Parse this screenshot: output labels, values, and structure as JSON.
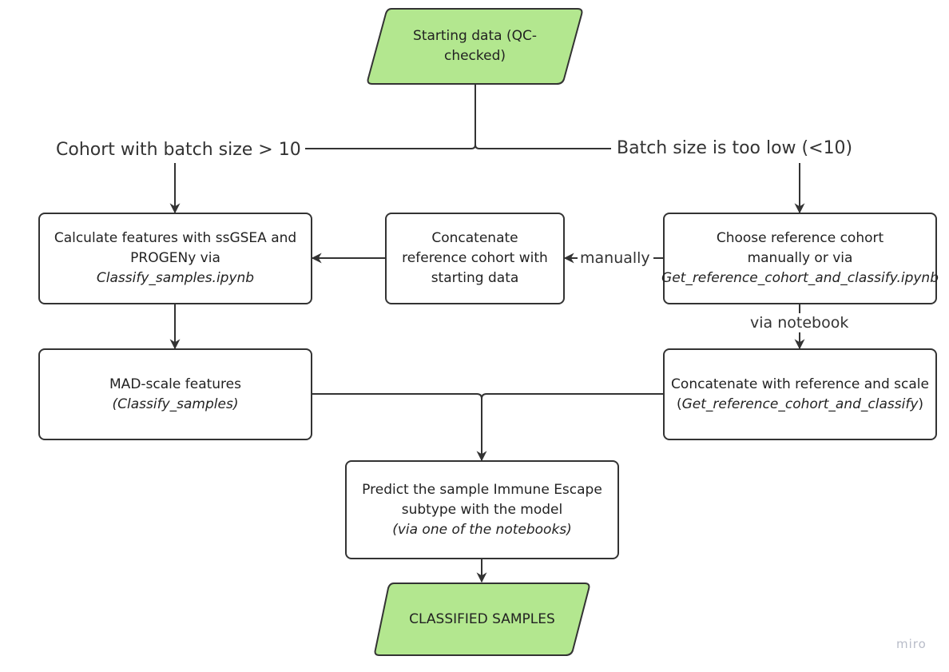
{
  "start": {
    "line1": "Starting data (QC-",
    "line2": "checked)"
  },
  "branch_left": "Cohort with batch size > 10",
  "branch_right": "Batch size is too low (<10)",
  "calc": {
    "line1": "Calculate features with ssGSEA and",
    "line2": "PROGENy via",
    "line3": "Classify_samples.ipynb"
  },
  "concat_ref": {
    "line1": "Concatenate",
    "line2": "reference cohort with",
    "line3": "starting data"
  },
  "choose_ref": {
    "line1": "Choose reference cohort",
    "line2": "manually or via",
    "line3": "Get_reference_cohort_and_classify.ipynb"
  },
  "edge_manually": "manually",
  "edge_via_notebook": "via notebook",
  "mad": {
    "line1": "MAD-scale features",
    "line2": "(Classify_samples)"
  },
  "concat_scale": {
    "line1": "Concatenate with reference and scale",
    "line2_open": "(",
    "line2_italic": "Get_reference_cohort_and_classify",
    "line2_close": ")"
  },
  "predict": {
    "line1": "Predict the sample Immune Escape",
    "line2": "subtype with the model",
    "line3": "(via one of the notebooks)"
  },
  "result": "CLASSIFIED SAMPLES",
  "watermark": "miro",
  "colors": {
    "stroke": "#333333",
    "terminal_fill": "#b3e78f",
    "watermark": "#b8bcc8"
  }
}
